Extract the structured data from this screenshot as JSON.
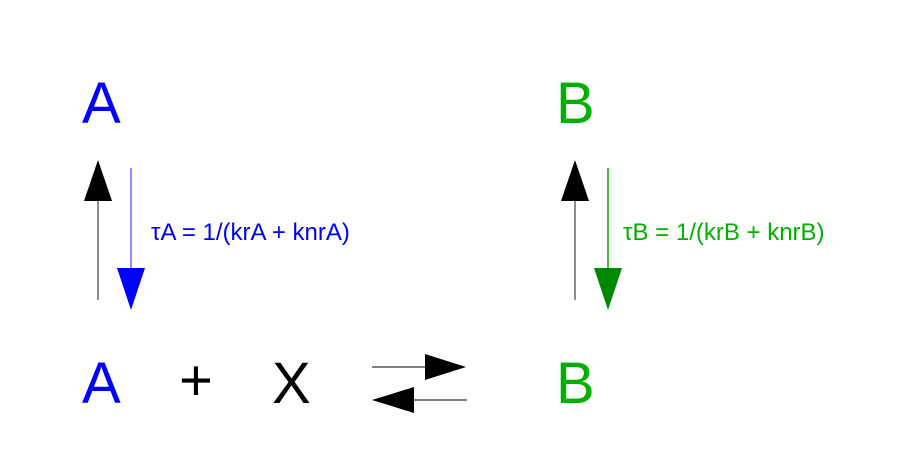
{
  "colors": {
    "species_a": "#0000ff",
    "species_b": "#00b000",
    "neutral": "#000000"
  },
  "excited_state": {
    "a_label": "A",
    "b_label": "B"
  },
  "ground_state": {
    "a_label": "A",
    "plus": "+",
    "x_label": "X",
    "b_label": "B"
  },
  "lifetimes": {
    "a_formula": "τA = 1/(krA + knrA)",
    "b_formula": "τB = 1/(krB + knrB)"
  }
}
